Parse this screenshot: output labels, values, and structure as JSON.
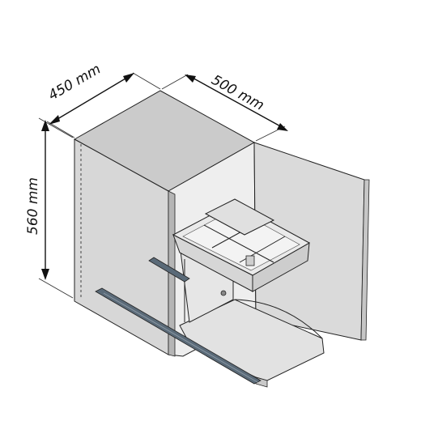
{
  "dimensions": {
    "width_label": "450 mm",
    "depth_label": "500 mm",
    "height_label": "560 mm"
  },
  "colors": {
    "cabinet_top": "#cbcbcb",
    "cabinet_side": "#dcdcdc",
    "cabinet_front": "#b9b9b9",
    "door": "#d9d9d9",
    "interior": "#ececec",
    "basket": "#e4e4e4",
    "rail": "#5a6a78",
    "outline": "#222222"
  }
}
